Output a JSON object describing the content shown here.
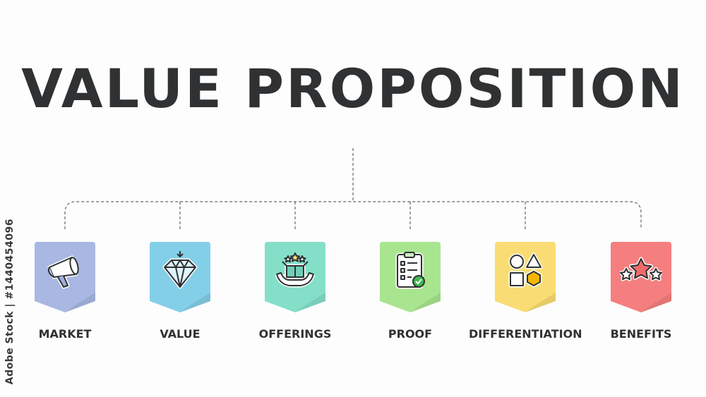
{
  "title": "VALUE PROPOSITION",
  "items": [
    {
      "label": "MARKET",
      "color": "#a8b8e2",
      "icon": "megaphone-icon"
    },
    {
      "label": "VALUE",
      "color": "#84cfe8",
      "icon": "diamond-icon"
    },
    {
      "label": "OFFERINGS",
      "color": "#84dfc9",
      "icon": "gift-box-hands-icon"
    },
    {
      "label": "PROOF",
      "color": "#a9e58f",
      "icon": "checklist-clipboard-icon"
    },
    {
      "label": "DIFFERENTIATION",
      "color": "#f9dd74",
      "icon": "shapes-icon"
    },
    {
      "label": "BENEFITS",
      "color": "#f57f7e",
      "icon": "star-rating-icon"
    }
  ],
  "watermark": "Adobe Stock | #1440454096",
  "colors": {
    "text": "#2f3133",
    "line": "#666666",
    "accent_star": "#f06a6a",
    "accent_check": "#3fb950",
    "accent_hex": "#f5b400"
  }
}
